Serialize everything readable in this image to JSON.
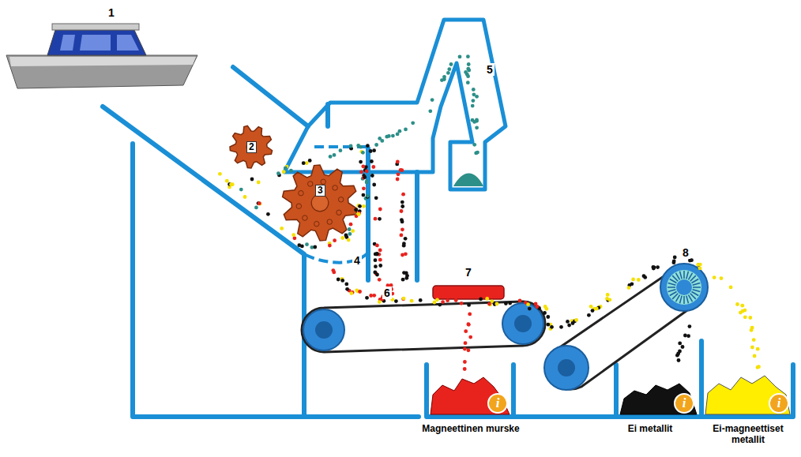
{
  "diagram": {
    "nodes": [
      {
        "text": [
          "Magneettinen murske"
        ]
      },
      {
        "text": [
          "Ei metallit"
        ]
      },
      {
        "text": [
          "Ei-magneettiset metallit"
        ]
      }
    ],
    "labels": [
      "1",
      "2",
      "3",
      "4",
      "5",
      "6",
      "7",
      "8",
      "i",
      "i",
      "i"
    ]
  }
}
